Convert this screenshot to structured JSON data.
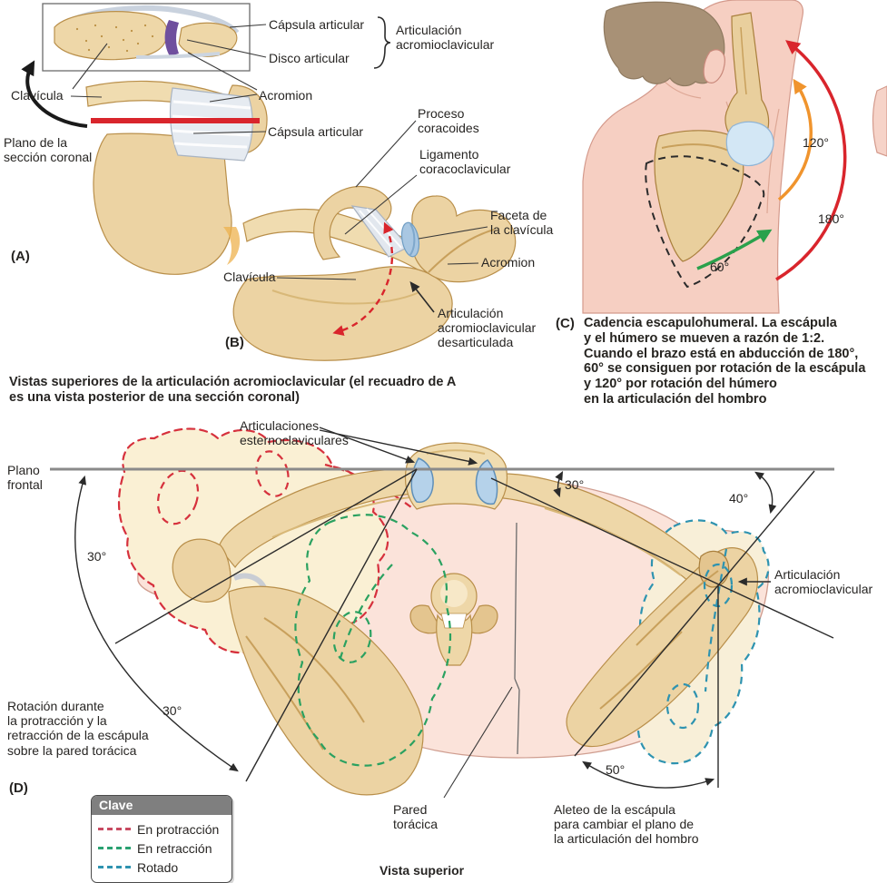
{
  "figure": {
    "heading_mid": "Vistas superiores de la articulación acromioclavicular (el recuadro de A\nes una vista posterior de una sección coronal)",
    "vista_superior": "Vista superior"
  },
  "panelA": {
    "tag": "(A)",
    "capsula_articular_inset": "Cápsula articular",
    "disco_articular": "Disco articular",
    "articulacion_acromioclavicular": "Articulación\nacromioclavicular",
    "clavicula": "Clavícula",
    "acromion": "Acromion",
    "capsula_articular": "Cápsula articular",
    "plano_seccion": "Plano de la\nsección coronal"
  },
  "panelB": {
    "tag": "(B)",
    "proceso_coracoides": "Proceso\ncoracoides",
    "ligamento_coracoclavicular": "Ligamento\ncoracoclavicular",
    "faceta_clavicula": "Faceta de\nla clavícula",
    "acromion": "Acromion",
    "clavicula": "Clavícula",
    "articulacion_desarticulada": "Articulación\nacromioclavicular\ndesarticulada"
  },
  "panelC": {
    "tag": "(C)",
    "caption": "Cadencia escapulohumeral. La escápula\ny el húmero se mueven a razón de 1:2.\nCuando el brazo está en abducción de 180°,\n60° se consiguen por rotación de la escápula\ny 120° por rotación del húmero\nen la articulación del hombro",
    "angle_120": "120°",
    "angle_180": "180°",
    "angle_60": "60°"
  },
  "panelD": {
    "tag": "(D)",
    "articulaciones_esternoclaviculares": "Articulaciones\nesternoclaviculares",
    "plano_frontal": "Plano\nfrontal",
    "angle_30_upper": "30°",
    "angle_30_lower": "30°",
    "angle_30_center": "30°",
    "angle_40": "40°",
    "angle_50": "50°",
    "articulacion_acromioclavicular": "Articulación\nacromioclavicular",
    "rotacion_caption": "Rotación durante\nla protracción y la\nretracción de la escápula\nsobre la pared torácica",
    "pared_toracica": "Pared\ntorácica",
    "aleteo_caption": "Aleteo de la escápula\npara cambiar el plano de\nla articulación del hombro",
    "legend": {
      "title": "Clave",
      "items": [
        {
          "label": "En protracción",
          "color": "#c84a62"
        },
        {
          "label": "En retracción",
          "color": "#2aa171"
        },
        {
          "label": "Rotado",
          "color": "#2e93b0"
        }
      ]
    }
  },
  "colors": {
    "bone": "#ecd3a3",
    "bone_outline": "#b98f4a",
    "skin": "#f6cfc2",
    "hair": "#a89176",
    "thorax_pink": "#fbe3da",
    "joint_blue": "#b5d2ea",
    "disc_purple": "#6f4f9e",
    "arrow_red": "#d9252c",
    "arrow_orange": "#f0942d",
    "arrow_green": "#2aa14c",
    "dash_red": "#d6313d",
    "dash_green": "#2aa160",
    "dash_blue": "#2e93b0",
    "plane_line_gray": "#8a8a8a",
    "section_line_red": "#d9252c",
    "text": "#272523",
    "legend_header_bg": "#7f7f7f"
  }
}
